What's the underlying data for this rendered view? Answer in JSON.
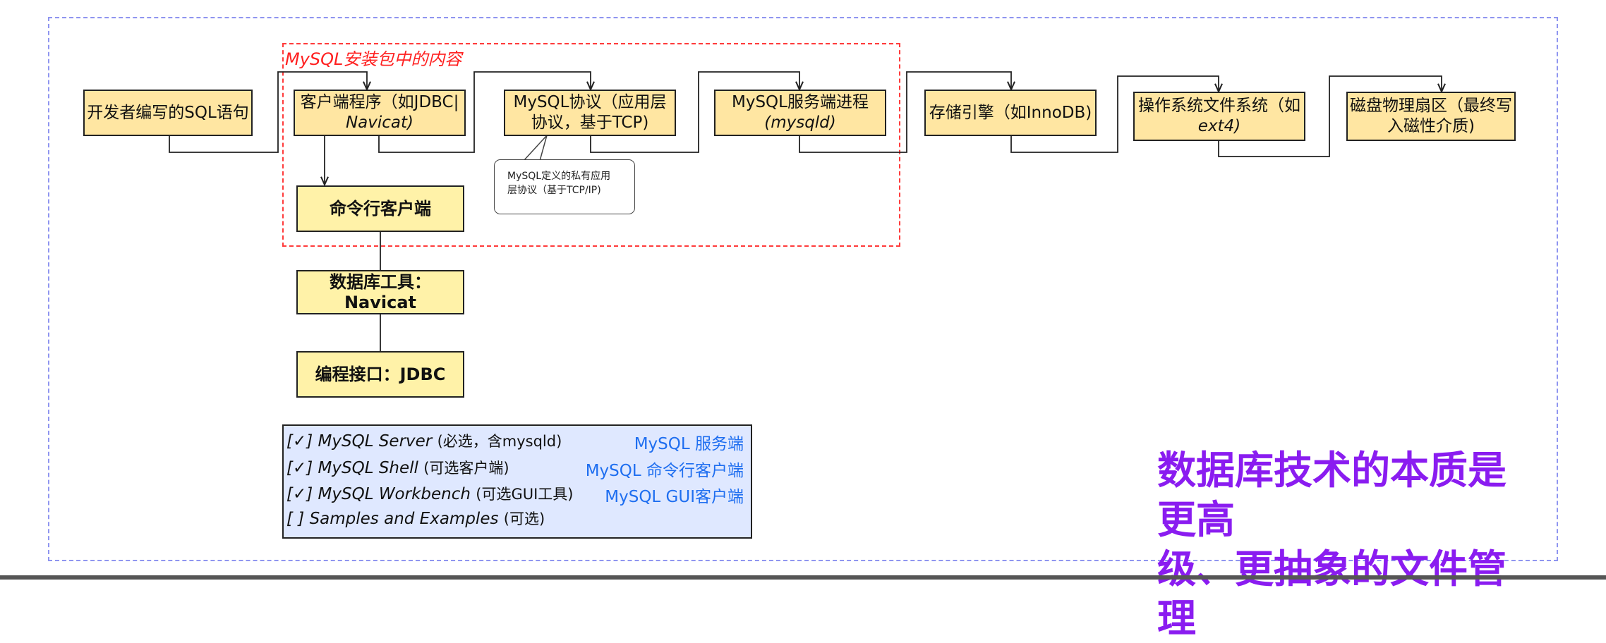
{
  "group_label": "MySQL安装包中的内容",
  "nodes": {
    "developer_sql": "开发者编写的SQL语句",
    "client_line1": "客户端程序（如JDBC|",
    "client_line2": "Navicat)",
    "protocol_line1": "MySQL协议（应用层",
    "protocol_line2": "协议，基于TCP)",
    "server_line1": "MySQL服务端进程",
    "server_line2": "(mysqld)",
    "storage_engine": "存储引擎（如InnoDB)",
    "os_fs_line1": "操作系统文件系统（如",
    "os_fs_line2": "ext4)",
    "disk_line1": "磁盘物理扇区（最终写",
    "disk_line2": "入磁性介质)",
    "cli_client": "命令行客户端",
    "db_tool": "数据库工具：Navicat",
    "programming_api": "编程接口：JDBC"
  },
  "callout": {
    "line1": "MySQL定义的私有应用",
    "line2": "层协议（基于TCP/IP)"
  },
  "components": [
    {
      "item": "[✓] MySQL Server",
      "note": "(必选，含mysqld)",
      "tag": "MySQL 服务端"
    },
    {
      "item": "[✓] MySQL Shell",
      "note": "(可选客户端)",
      "tag": "MySQL 命令行客户端"
    },
    {
      "item": "[✓] MySQL Workbench",
      "note": "(可选GUI工具)",
      "tag": "MySQL GUI客户端"
    },
    {
      "item": "[ ] Samples and Examples",
      "note": "(可选)",
      "tag": ""
    }
  ],
  "essence_line1": "数据库技术的本质是更高",
  "essence_line2": "级、更抽象的文件管理",
  "colors": {
    "node_fill": "#ffe6a2",
    "sub_node_fill": "#fff2a8",
    "group_border": "#ff3b3b",
    "frame_border": "#8f95f0",
    "components_fill": "#dfe8ff",
    "tag_color": "#1e6ef0",
    "essence_color": "#8a1cf0"
  }
}
